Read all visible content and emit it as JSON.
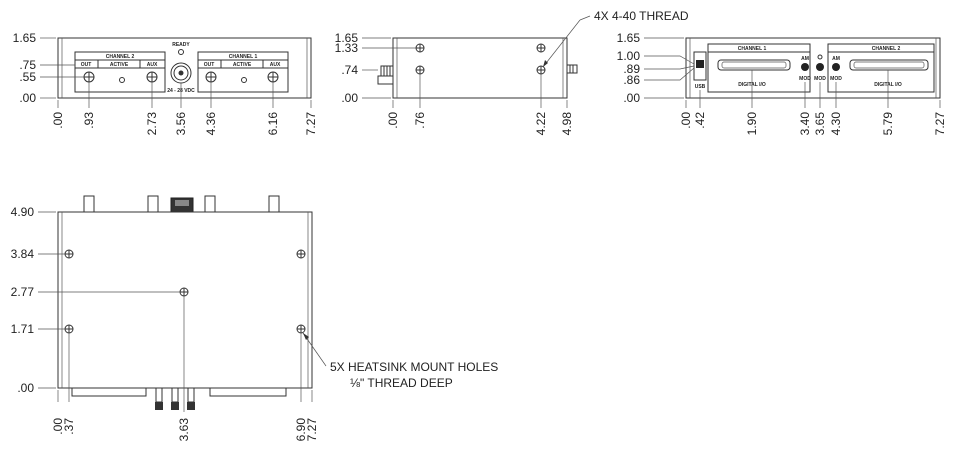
{
  "front_view": {
    "y_dims": [
      ".00",
      ".55",
      ".75",
      "1.65"
    ],
    "x_dims": [
      ".00",
      ".93",
      "2.73",
      "3.56",
      "4.36",
      "6.16",
      "7.27"
    ],
    "ch2": {
      "title": "CHANNEL 2",
      "out": "OUT",
      "active": "ACTIVE",
      "aux": "AUX"
    },
    "ch1": {
      "title": "CHANNEL 1",
      "out": "OUT",
      "active": "ACTIVE",
      "aux": "AUX"
    },
    "ready": "READY",
    "power": "24 - 28 VDC"
  },
  "side_view": {
    "y_dims": [
      ".00",
      ".74",
      "1.33",
      "1.65"
    ],
    "x_dims": [
      ".00",
      ".76",
      "4.22",
      "4.98"
    ],
    "thread_note": "4X 4-40 THREAD"
  },
  "rear_view": {
    "y_dims": [
      ".00",
      ".86",
      ".89",
      "1.00",
      "1.65"
    ],
    "x_dims": [
      ".00",
      ".42",
      "1.90",
      "3.40",
      "3.65",
      "4.30",
      "5.79",
      "7.27"
    ],
    "usb": "USB",
    "ch1": "CHANNEL 1",
    "ch2": "CHANNEL 2",
    "digital1": "DIGITAL I/O",
    "digital2": "DIGITAL I/O",
    "am1": "AM",
    "mod1": "MOD",
    "mod2": "MOD",
    "am3": "AM",
    "mod3": "MOD"
  },
  "bottom_view": {
    "y_dims": [
      ".00",
      "1.71",
      "2.77",
      "3.84",
      "4.90"
    ],
    "x_dims": [
      ".00",
      ".37",
      "3.63",
      "6.90",
      "7.27"
    ],
    "heatsink_note_1": "5X HEATSINK MOUNT HOLES",
    "heatsink_note_2": "⅛\" THREAD DEEP"
  }
}
